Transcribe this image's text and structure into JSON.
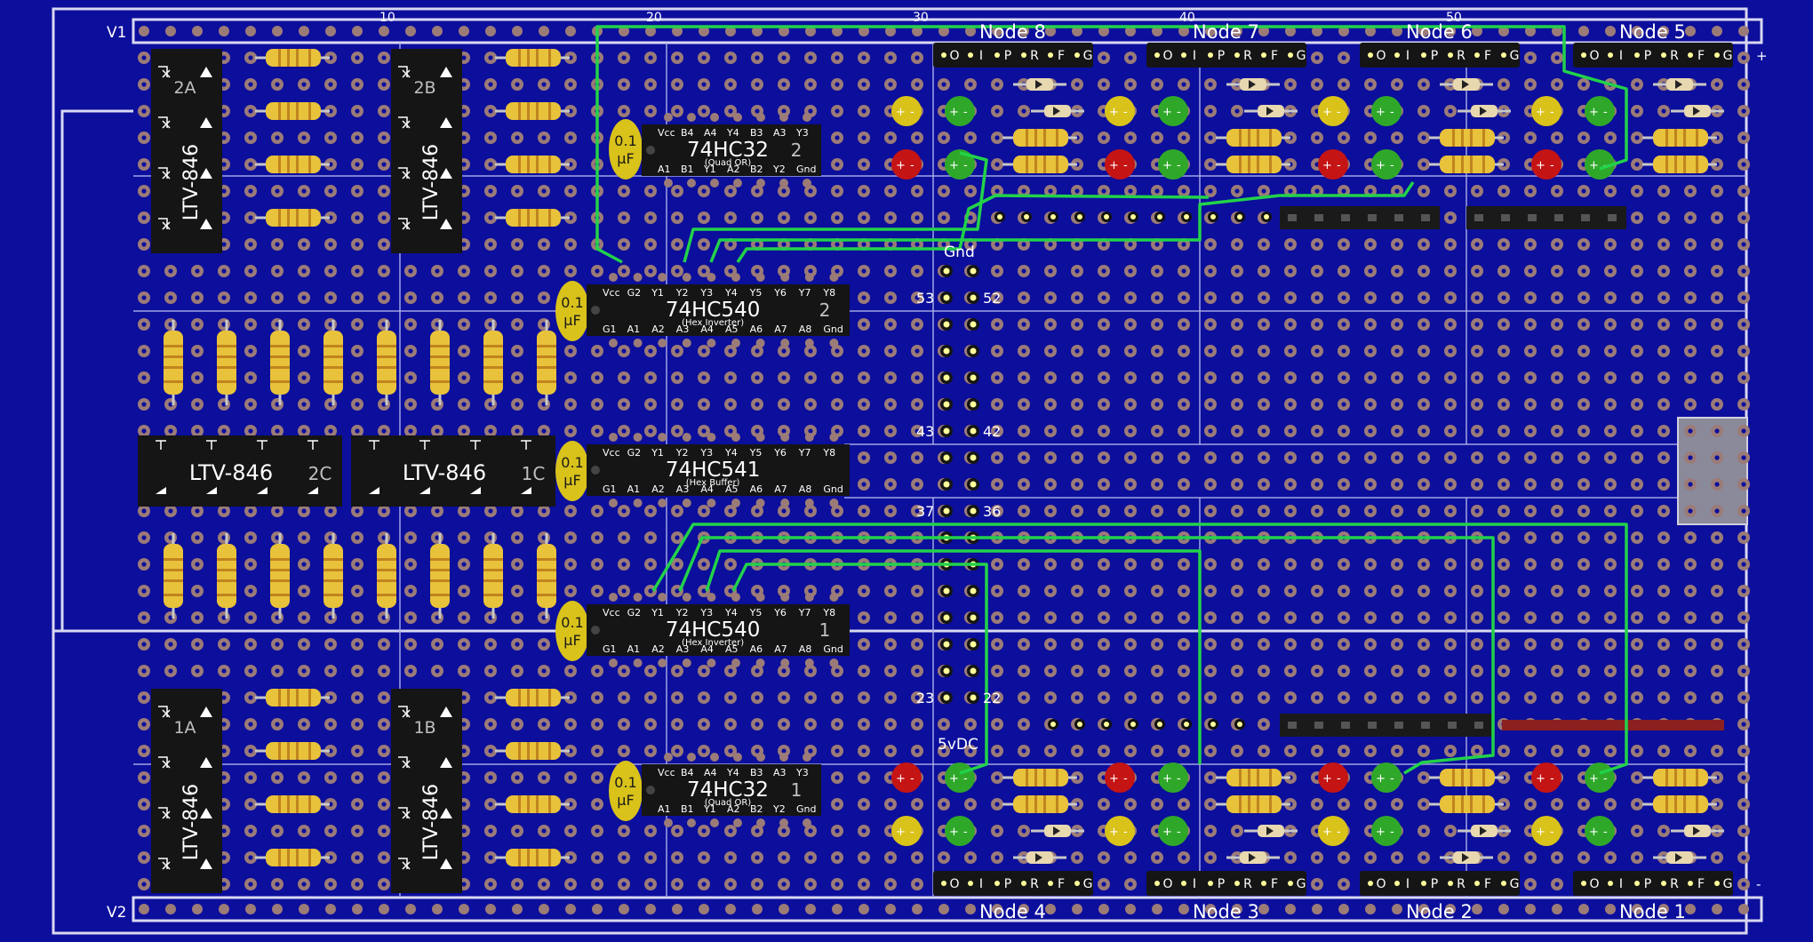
{
  "rails": {
    "top": "V1",
    "bottom": "V2"
  },
  "column_ticks": [
    "10",
    "20",
    "30",
    "40",
    "50"
  ],
  "rail_marks": {
    "plus": "+",
    "minus": "-"
  },
  "nodes_top": [
    "Node 8",
    "Node 7",
    "Node 6",
    "Node 5"
  ],
  "nodes_bottom": [
    "Node 4",
    "Node 3",
    "Node 2",
    "Node 1"
  ],
  "header_pins": [
    "O",
    "I",
    "P",
    "R",
    "F",
    "G"
  ],
  "led_marks": [
    "+",
    "-"
  ],
  "opto": {
    "name": "LTV-846",
    "units": [
      "2A",
      "2B",
      "1A",
      "1B",
      "2C",
      "1C"
    ]
  },
  "chips": [
    {
      "name": "74HC32",
      "num": "2",
      "sub": "(Quad OR)",
      "top": [
        "Vcc",
        "B4",
        "A4",
        "Y4",
        "B3",
        "A3",
        "Y3"
      ],
      "bottom": [
        "A1",
        "B1",
        "Y1",
        "A2",
        "B2",
        "Y2",
        "Gnd"
      ]
    },
    {
      "name": "74HC540",
      "num": "2",
      "sub": "(Hex Inverter)",
      "top": [
        "Vcc",
        "G2",
        "Y1",
        "Y2",
        "Y3",
        "Y4",
        "Y5",
        "Y6",
        "Y7",
        "Y8"
      ],
      "bottom": [
        "G1",
        "A1",
        "A2",
        "A3",
        "A4",
        "A5",
        "A6",
        "A7",
        "A8",
        "Gnd"
      ]
    },
    {
      "name": "74HC541",
      "num": "",
      "sub": "(Hex Buffer)",
      "top": [
        "Vcc",
        "G2",
        "Y1",
        "Y2",
        "Y3",
        "Y4",
        "Y5",
        "Y6",
        "Y7",
        "Y8"
      ],
      "bottom": [
        "G1",
        "A1",
        "A2",
        "A3",
        "A4",
        "A5",
        "A6",
        "A7",
        "A8",
        "Gnd"
      ]
    },
    {
      "name": "74HC540",
      "num": "1",
      "sub": "(Hex Inverter)",
      "top": [
        "Vcc",
        "G2",
        "Y1",
        "Y2",
        "Y3",
        "Y4",
        "Y5",
        "Y6",
        "Y7",
        "Y8"
      ],
      "bottom": [
        "G1",
        "A1",
        "A2",
        "A3",
        "A4",
        "A5",
        "A6",
        "A7",
        "A8",
        "Gnd"
      ]
    },
    {
      "name": "74HC32",
      "num": "1",
      "sub": "(Quad OR)",
      "top": [
        "Vcc",
        "B4",
        "A4",
        "Y4",
        "B3",
        "A3",
        "Y3"
      ],
      "bottom": [
        "A1",
        "B1",
        "Y1",
        "A2",
        "B2",
        "Y2",
        "Gnd"
      ]
    }
  ],
  "cap": {
    "line1": "0.1",
    "line2": "µF"
  },
  "bus": {
    "gnd": "Gnd",
    "vdc": "5vDC",
    "pins": [
      [
        "53",
        "52"
      ],
      [
        "43",
        "42"
      ],
      [
        "37",
        "36"
      ],
      [
        "23",
        "22"
      ]
    ]
  },
  "colors": {
    "board": "#0c0e9c",
    "pad": "#9b7b78",
    "wire": "#22d24a",
    "led_yellow": "#d9c21a",
    "led_green": "#2fa82a",
    "led_red": "#c41414",
    "resistor": "#e8c23a",
    "chip": "#151515"
  }
}
